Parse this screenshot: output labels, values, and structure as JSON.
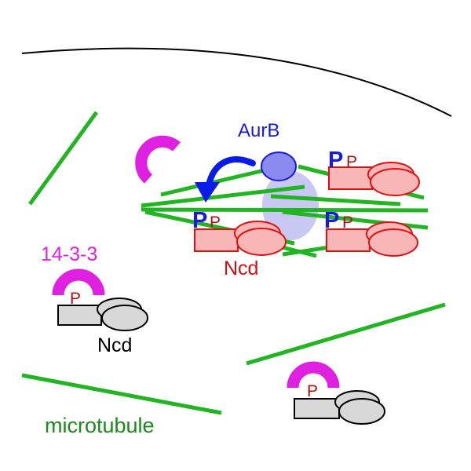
{
  "labels": {
    "aurb": "AurB",
    "ncd_spindle": "Ncd",
    "ncd_free": "Ncd",
    "protein_1433": "14-3-3",
    "microtubule": "microtubule"
  },
  "phospho": {
    "big": "P",
    "small": "P"
  },
  "colors": {
    "microtubule": "#22b422",
    "aurb": "#8a8af0",
    "aurb_halo": "#c8c8f2",
    "arrow": "#0a1ae8",
    "ncd_active_fill": "#f8b6b6",
    "ncd_active_stroke": "#e01010",
    "ncd_inactive_fill": "#d8d8d8",
    "ncd_inactive_stroke": "#000000",
    "protein_1433": "#e020e0"
  }
}
